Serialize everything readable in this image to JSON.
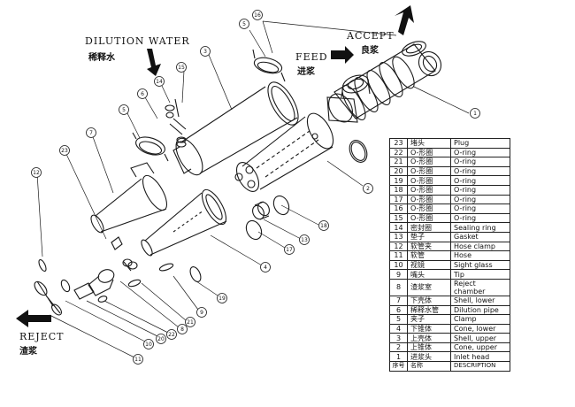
{
  "annotations": {
    "dilution_en": "DILUTION WATER",
    "dilution_zh": "稀释水",
    "feed_en": "FEED",
    "feed_zh": "进浆",
    "accept_en": "ACCEPT",
    "accept_zh": "良浆",
    "reject_en": "REJECT",
    "reject_zh": "渣浆"
  },
  "callouts": [
    "16",
    "5",
    "3",
    "15",
    "14",
    "6",
    "5",
    "7",
    "23",
    "12",
    "1",
    "2",
    "18",
    "13",
    "17",
    "4",
    "19",
    "9",
    "21",
    "8",
    "22",
    "20",
    "10",
    "11"
  ],
  "parts": [
    {
      "no": "23",
      "zh": "堵头",
      "en": "Plug"
    },
    {
      "no": "22",
      "zh": "O-形圈",
      "en": "O-ring"
    },
    {
      "no": "21",
      "zh": "O-形圈",
      "en": "O-ring"
    },
    {
      "no": "20",
      "zh": "O-形圈",
      "en": "O-ring"
    },
    {
      "no": "19",
      "zh": "O-形圈",
      "en": "O-ring"
    },
    {
      "no": "18",
      "zh": "O-形圈",
      "en": "O-ring"
    },
    {
      "no": "17",
      "zh": "O-形圈",
      "en": "O-ring"
    },
    {
      "no": "16",
      "zh": "O-形圈",
      "en": "O-ring"
    },
    {
      "no": "15",
      "zh": "O-形圈",
      "en": "O-ring"
    },
    {
      "no": "14",
      "zh": "密封圈",
      "en": "Sealing ring"
    },
    {
      "no": "13",
      "zh": "垫子",
      "en": "Gasket"
    },
    {
      "no": "12",
      "zh": "软管夹",
      "en": "Hose clamp"
    },
    {
      "no": "11",
      "zh": "软管",
      "en": "Hose"
    },
    {
      "no": "10",
      "zh": "视镜",
      "en": "Sight glass"
    },
    {
      "no": "9",
      "zh": "嘴头",
      "en": "Tip"
    },
    {
      "no": "8",
      "zh": "渣浆室",
      "en": "Reject chamber"
    },
    {
      "no": "7",
      "zh": "下壳体",
      "en": "Shell, lower"
    },
    {
      "no": "6",
      "zh": "稀释水管",
      "en": "Dilution pipe"
    },
    {
      "no": "5",
      "zh": "夹子",
      "en": "Clamp"
    },
    {
      "no": "4",
      "zh": "下锥体",
      "en": "Cone, lower"
    },
    {
      "no": "3",
      "zh": "上壳体",
      "en": "Shell, upper"
    },
    {
      "no": "2",
      "zh": "上锥体",
      "en": "Cone, upper"
    },
    {
      "no": "1",
      "zh": "进浆头",
      "en": "Inlet head"
    }
  ],
  "parts_header": {
    "no": "序号",
    "zh": "名称",
    "en": "DESCRIPTION"
  }
}
